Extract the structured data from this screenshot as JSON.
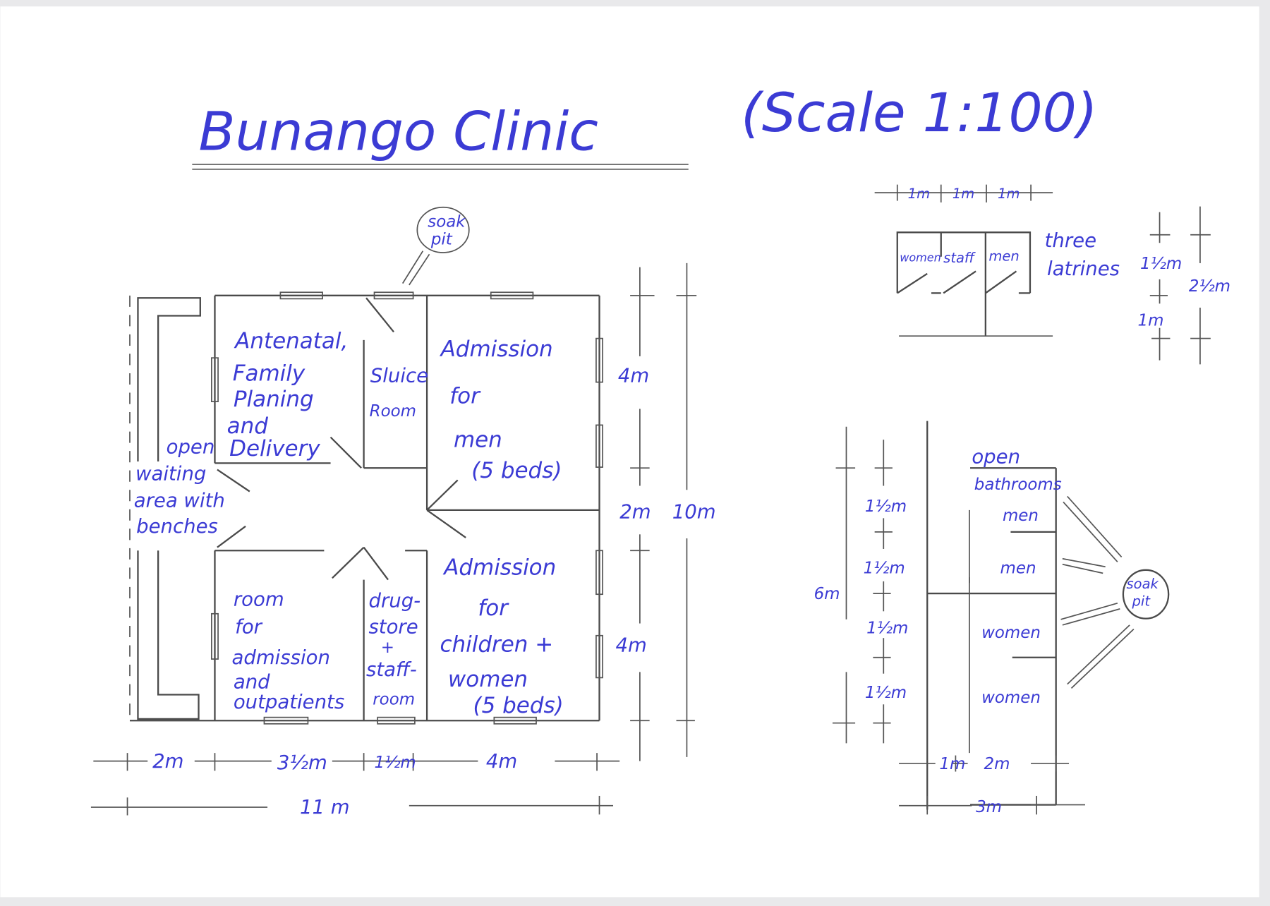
{
  "title": "Bunango Clinic",
  "scale": "(Scale 1:100)",
  "colors": {
    "ink": "#3b3bd4",
    "pencil": "#4a4a4a",
    "paper": "#ffffff"
  },
  "main_plan": {
    "rooms": {
      "antenatal": [
        "Antenatal,",
        "Family",
        "Planing",
        "and",
        "Delivery"
      ],
      "sluice": [
        "Sluice",
        "Room"
      ],
      "admission_men": [
        "Admission",
        "for",
        "men",
        "(5 beds)"
      ],
      "waiting": [
        "open",
        "waiting",
        "area with",
        "benches"
      ],
      "admission_outpatients": [
        "room",
        "for",
        "admission",
        "and",
        "outpatients"
      ],
      "drugstore": [
        "drug-",
        "store",
        "+",
        "staff-",
        "room"
      ],
      "admission_children": [
        "Admission",
        "for",
        "children +",
        "women",
        "(5 beds)"
      ]
    },
    "soak_pit": [
      "soak",
      "pit"
    ],
    "dimensions": {
      "right": [
        "4m",
        "2m",
        "4m"
      ],
      "total_height": "10m",
      "bottom": [
        "2m",
        "3½m",
        "1½m",
        "4m"
      ],
      "total_width": "11 m"
    }
  },
  "latrines": {
    "top_dims": [
      "1m",
      "1m",
      "1m"
    ],
    "stalls": [
      "women",
      "staff",
      "men"
    ],
    "label": [
      "three",
      "latrines"
    ],
    "dims": [
      "1½m",
      "1m",
      "2½m"
    ]
  },
  "bathrooms": {
    "label": [
      "open",
      "bathrooms"
    ],
    "stalls": [
      "men",
      "men",
      "women",
      "women"
    ],
    "dims": [
      "1½m",
      "1½m",
      "1½m",
      "1½m"
    ],
    "total_height": "6m",
    "bottom_dims": [
      "1m",
      "2m"
    ],
    "total_width": "3m",
    "soak_pit": [
      "soak",
      "pit"
    ]
  }
}
